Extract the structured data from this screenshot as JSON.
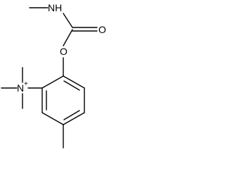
{
  "atoms": {
    "nh": "NH",
    "o_carbonyl": "O",
    "o_ester": "O",
    "n_ammonium": "N",
    "charge": "+"
  },
  "colors": {
    "bond": "#000000",
    "text": "#000000",
    "background": "#ffffff"
  }
}
